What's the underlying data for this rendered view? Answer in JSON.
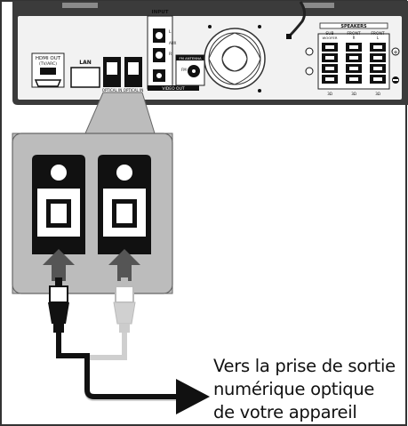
{
  "panel_labels": {
    "hdmi_out": "HDMI OUT",
    "hdmi_sub": "(TV/ARC)",
    "lan": "LAN",
    "optical_in_1": "OPTICAL IN",
    "optical_in_2": "OPTICAL IN",
    "input": "INPUT",
    "aux_l": "L",
    "aux": "AUX",
    "aux_r": "R",
    "video_out": "VIDEO OUT",
    "fm_antenna": "FM ANTENNA",
    "fm": "FM",
    "speakers": "SPEAKERS",
    "sub": "SUB",
    "woofer": "WOOFER",
    "front_r_top": "FRONT",
    "front_r": "R",
    "front_l_top": "FRONT",
    "front_l": "L",
    "ohm_1": "3Ω",
    "ohm_2": "3Ω",
    "ohm_3": "3Ω"
  },
  "caption": {
    "line1": "Vers la prise de sortie",
    "line2": "numérique optique",
    "line3": "de votre appareil"
  },
  "colors": {
    "panel": "#3a3a3a",
    "callout": "#b9b9b9",
    "jack": "#111111",
    "cable_dark": "#111111",
    "cable_light": "#cccccc"
  }
}
